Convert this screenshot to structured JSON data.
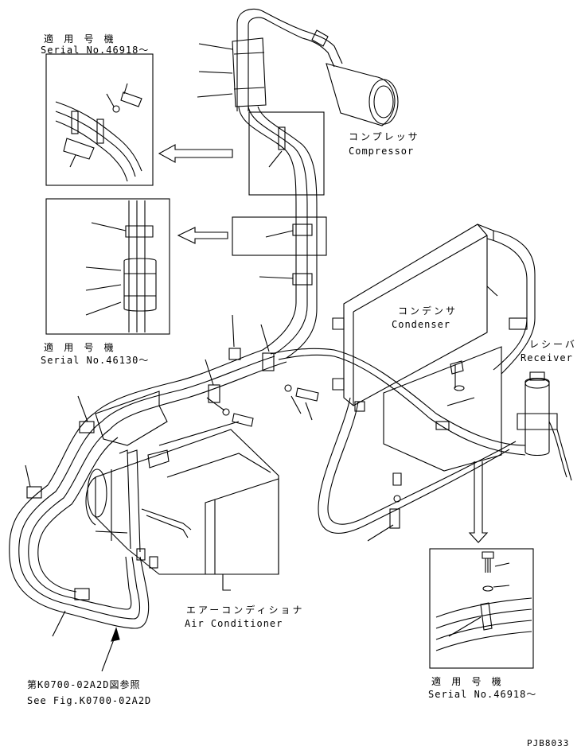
{
  "diagram": {
    "detail_top_left": {
      "jp": "適 用 号 機",
      "serial": "Serial No.46918～"
    },
    "detail_mid_left": {
      "jp": "適 用 号 機",
      "serial": "Serial No.46130～"
    },
    "detail_bottom_right": {
      "jp": "適 用 号 機",
      "serial": "Serial No.46918～"
    },
    "compressor": {
      "jp": "コンプレッサ",
      "en": "Compressor"
    },
    "condenser": {
      "jp": "コンデンサ",
      "en": "Condenser"
    },
    "receiver": {
      "jp": "レシーバ",
      "en": "Receiver"
    },
    "air_conditioner": {
      "jp": "エアーコンディショナ",
      "en": "Air Conditioner"
    },
    "figure_ref": {
      "jp": "第K0700-02A2D図参照",
      "en": "See Fig.K0700-02A2D"
    },
    "drawing_code": "PJB8033"
  }
}
